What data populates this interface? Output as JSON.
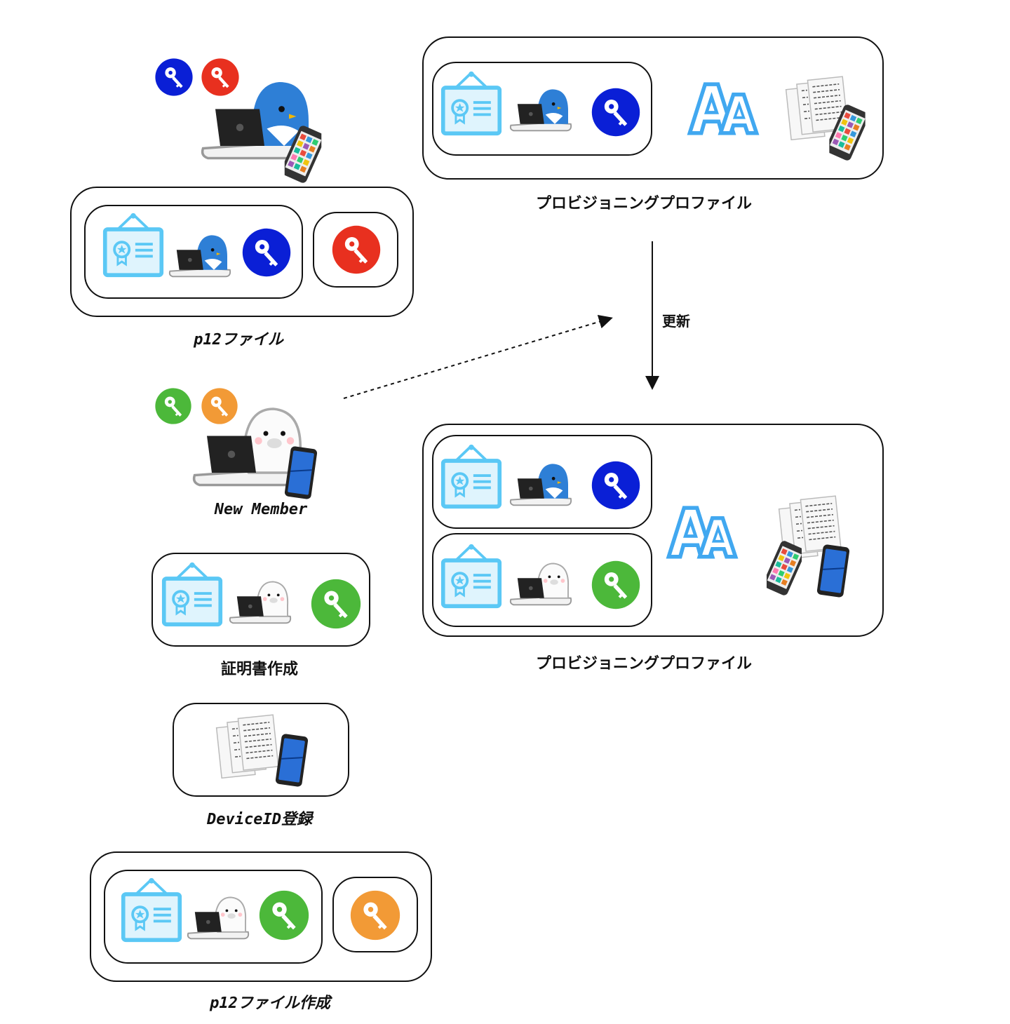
{
  "labels": {
    "p12_file": "p12ファイル",
    "provisioning_profile_top": "プロビジョニングプロファイル",
    "update": "更新",
    "new_member": "New Member",
    "certificate_creation": "証明書作成",
    "provisioning_profile_bottom": "プロビジョニングプロファイル",
    "device_id_registration": "DeviceID登録",
    "p12_file_creation": "p12ファイル作成"
  },
  "colors": {
    "key_blue": "#0a1fd6",
    "key_red": "#e8301f",
    "key_green": "#4cb83a",
    "key_orange": "#f29a36",
    "penguin": "#2e7fd6",
    "certificate": "#5bc8f5",
    "appstore_a": "#41a8f0",
    "border": "#111111"
  },
  "icons": {
    "key_blue": "key-icon",
    "key_red": "key-icon",
    "key_green": "key-icon",
    "key_orange": "key-icon",
    "certificate": "certificate-icon",
    "penguin_laptop": "penguin-laptop-icon",
    "seal_laptop": "seal-laptop-icon",
    "app_id": "app-id-icon",
    "devices": "device-list-icon"
  }
}
